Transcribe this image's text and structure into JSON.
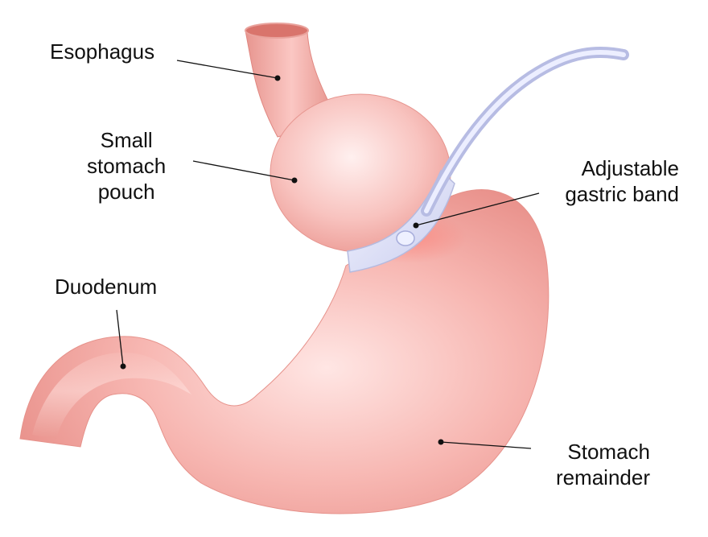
{
  "labels": {
    "esophagus": [
      "Esophagus"
    ],
    "small_pouch": [
      "Small",
      "stomach",
      "pouch"
    ],
    "band": [
      "Adjustable",
      "gastric band"
    ],
    "duodenum": [
      "Duodenum"
    ],
    "remainder": [
      "Stomach",
      "remainder"
    ]
  },
  "colors": {
    "tissue": "#f2a8a3",
    "tissue_light": "#ffe4e2",
    "tissue_dark": "#d8867f",
    "band": "#d9dcf5",
    "tube": "#c7cbe8"
  }
}
